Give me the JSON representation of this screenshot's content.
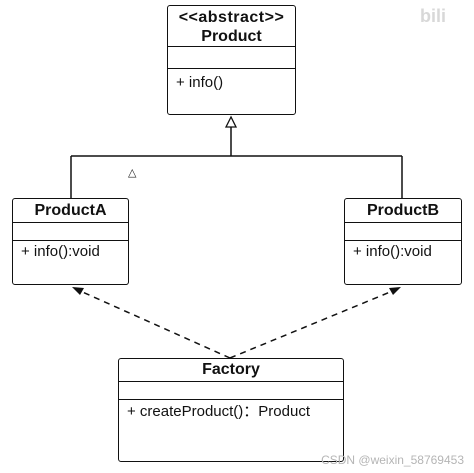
{
  "classes": {
    "product": {
      "stereotype": "<<abstract>>",
      "name": "Product",
      "methods": [
        "+ info()"
      ]
    },
    "productA": {
      "name": "ProductA",
      "methods": [
        "+ info():void"
      ]
    },
    "productB": {
      "name": "ProductB",
      "methods": [
        "+ info():void"
      ]
    },
    "factory": {
      "name": "Factory",
      "methods": [
        "+ createProduct()：Product"
      ]
    }
  },
  "relations": [
    {
      "type": "inheritance",
      "from": "ProductA",
      "to": "Product"
    },
    {
      "type": "inheritance",
      "from": "ProductB",
      "to": "Product"
    },
    {
      "type": "dependency",
      "from": "Factory",
      "to": "ProductA"
    },
    {
      "type": "dependency",
      "from": "Factory",
      "to": "ProductB"
    }
  ],
  "watermark": {
    "logo": "bili",
    "credit": "CSDN @weixin_58769453"
  },
  "colors": {
    "stroke": "#111111",
    "background": "#ffffff",
    "watermark": "#c9c9c9"
  }
}
